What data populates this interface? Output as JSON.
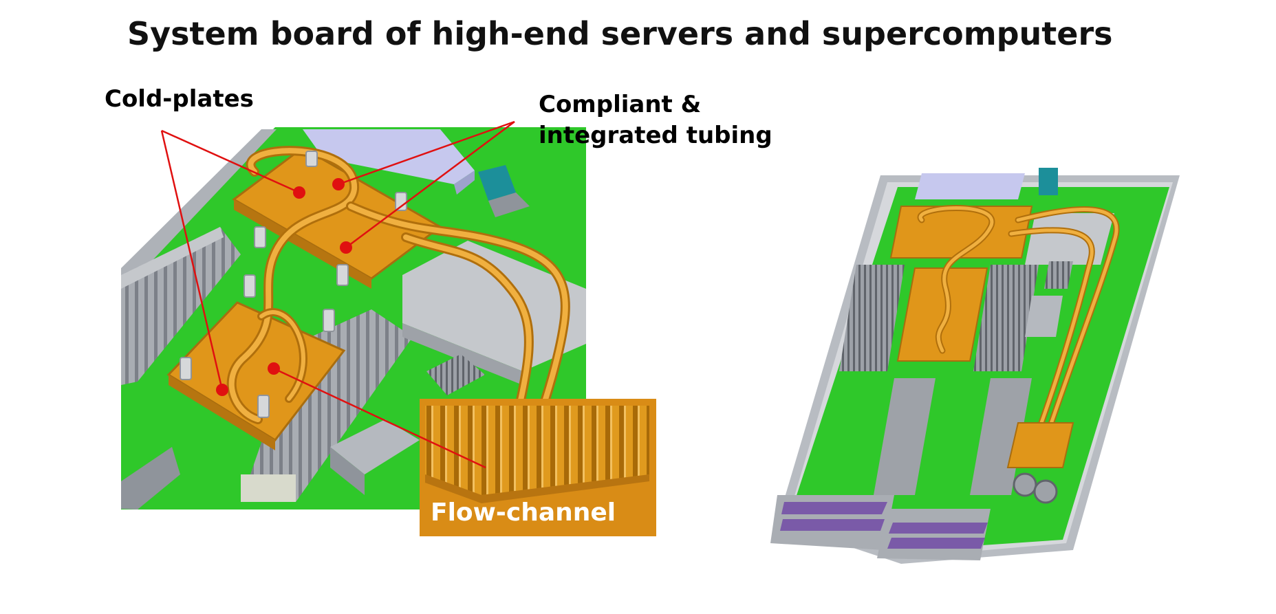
{
  "title": "System board of high-end servers and supercomputers",
  "callouts": {
    "cold_plates": "Cold-plates",
    "tubing_line1": "Compliant &",
    "tubing_line2": "integrated tubing",
    "flow_channel": "Flow-channel"
  },
  "colors": {
    "board_green": "#2fc82a",
    "copper_orange": "#e0961a",
    "dimm_grey": "#9ea3aa",
    "callout_red": "#e01010",
    "connector_teal": "#1c8f9a",
    "tray_grey": "#b8bcc2"
  }
}
